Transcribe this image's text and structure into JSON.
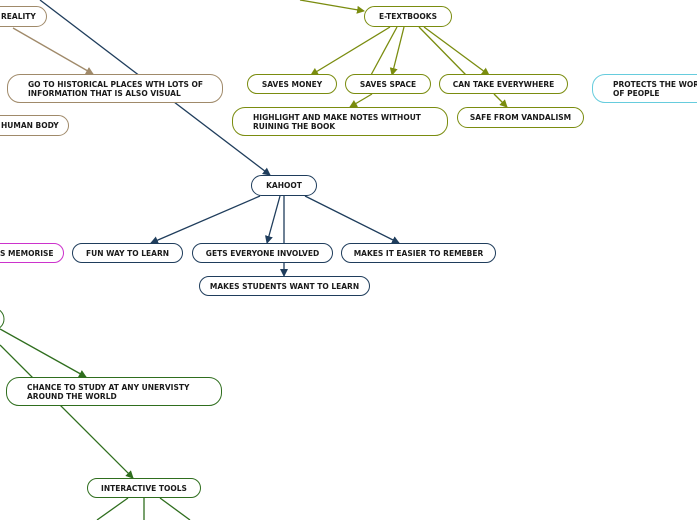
{
  "colors": {
    "olive": "#7a8c0f",
    "navy": "#1f3d5c",
    "green": "#2f6e1e",
    "brown": "#a08a6a",
    "magenta": "#cc33cc",
    "cyan": "#66ccdd"
  },
  "nodes": {
    "reality": "REALITY",
    "historical_places": "GO TO HISTORICAL PLACES WTH LOTS OF INFORMATION THAT IS ALSO VISUAL",
    "human_body": "HUMAN BODY",
    "etextbooks": "E-TEXTBOOKS",
    "saves_money": "SAVES MONEY",
    "saves_space": "SAVES SPACE",
    "take_everywhere": "CAN TAKE EVERYWHERE",
    "protects": "PROTECTS THE WORK OF PEOPLE",
    "highlight": "HIGHLIGHT AND MAKE NOTES WITHOUT RUINING THE BOOK",
    "vandalism": "SAFE FROM VANDALISM",
    "kahoot": "KAHOOT",
    "memorise": "S MEMORISE",
    "fun_way": "FUN WAY TO LEARN",
    "everyone": "GETS EVERYONE INVOLVED",
    "remember": "MAKES IT EASIER TO REMEBER",
    "students": "MAKES STUDENTS WANT TO LEARN",
    "study": "CHANCE TO STUDY AT ANY UNERVISTY AROUND THE WORLD",
    "interactive": "INTERACTIVE TOOLS"
  }
}
